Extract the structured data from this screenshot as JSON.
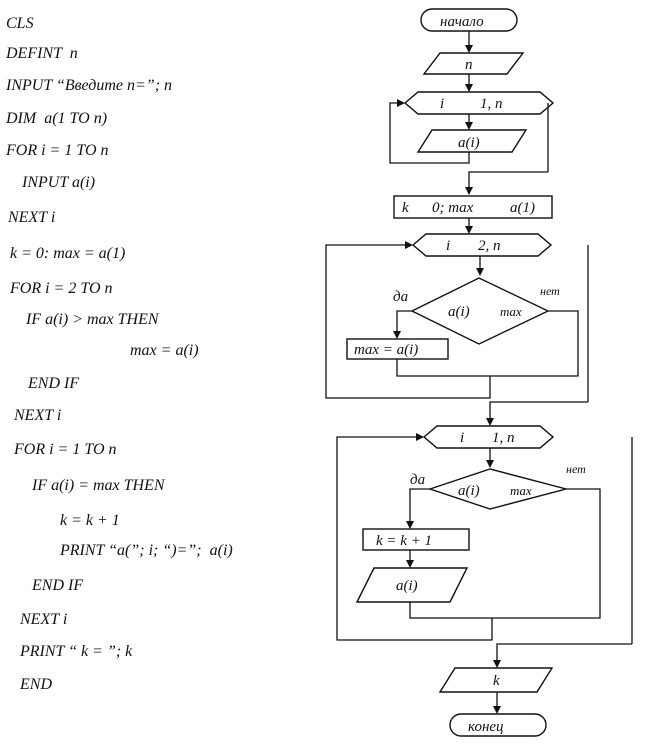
{
  "program": {
    "lines": [
      "CLS",
      "DEFINT  n",
      "INPUT “Введите n=”; n",
      "DIM  a(1 TO n)",
      "FOR i = 1 TO n",
      "INPUT a(i)",
      "NEXT i",
      "k = 0: max = a(1)",
      "FOR i = 2 TO n",
      "IF a(i) > max THEN",
      "max = a(i)",
      "END IF",
      "NEXT i",
      "FOR i = 1 TO n",
      "IF a(i) = max THEN",
      "k = k + 1",
      "PRINT “a(”; i; “)=”;  a(i)",
      "END IF",
      "NEXT i",
      "PRINT “ k = ”; k",
      "END"
    ]
  },
  "flowchart": {
    "start": "начало",
    "input_n": "n",
    "loop1_var": "i",
    "loop1_range": "1, n",
    "input_ai": "a(i)",
    "init_k": "k",
    "init_assign": "0; max",
    "init_a1": "a(1)",
    "loop2_var": "i",
    "loop2_range": "2, n",
    "yes1": "да",
    "no1": "нет",
    "cond1_left": "a(i)",
    "cond1_right": "max",
    "assign_max": "max = a(i)",
    "loop3_var": "i",
    "loop3_range": "1, n",
    "yes2": "да",
    "no2": "нет",
    "cond2_left": "a(i)",
    "cond2_right": "max",
    "inc_k": "k = k + 1",
    "output_ai": "a(i)",
    "output_k": "k",
    "end": "конец"
  }
}
